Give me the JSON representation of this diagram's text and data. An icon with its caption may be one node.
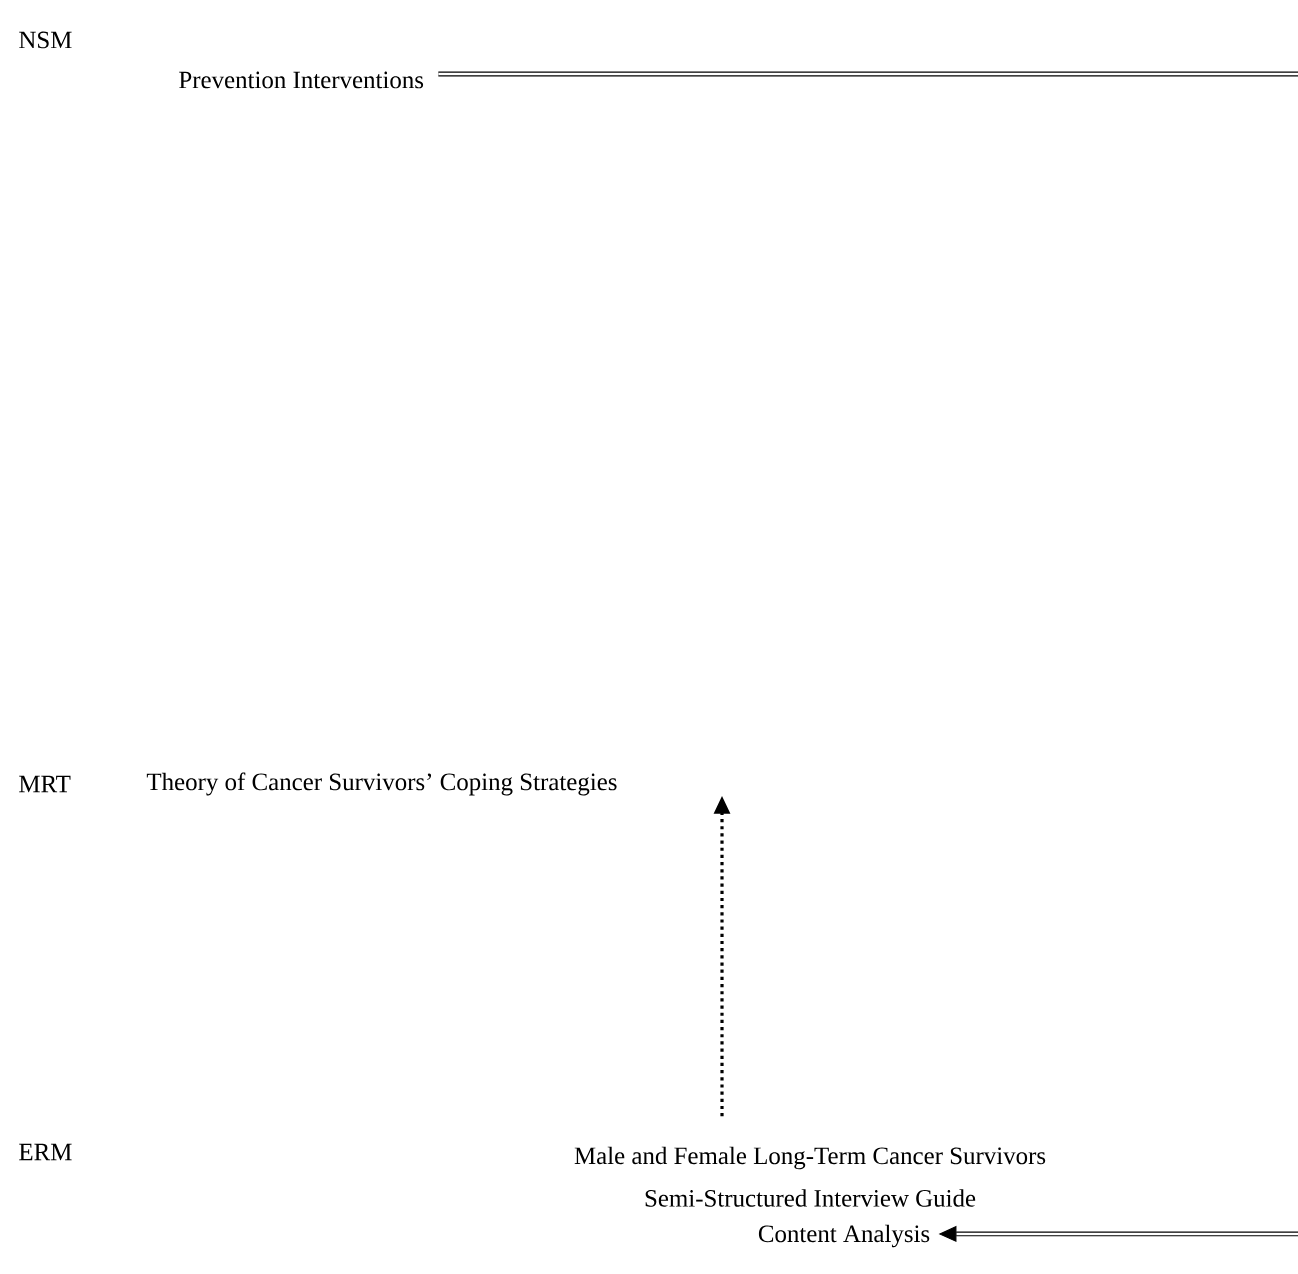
{
  "diagram": {
    "nodes": [
      {
        "text": [
          "Prevention Interventions"
        ]
      },
      {
        "text": [
          "Theory of Cancer Survivors’ Coping Strategies"
        ]
      },
      {
        "text": [
          "Male and Female Long-Term Cancer Survivors"
        ]
      },
      {
        "text": [
          "Semi-Structured Interview Guide"
        ]
      },
      {
        "text": [
          "Content Analysis"
        ]
      }
    ],
    "edges": [
      {
        "from": 0,
        "to": null,
        "arrow": "none"
      },
      {
        "from": 2,
        "to": 1,
        "arrow": "to",
        "style": "dashed"
      },
      {
        "from": null,
        "to": 4,
        "arrow": "to"
      }
    ],
    "labels": [
      "NSM",
      "MRT",
      "ERM"
    ]
  }
}
